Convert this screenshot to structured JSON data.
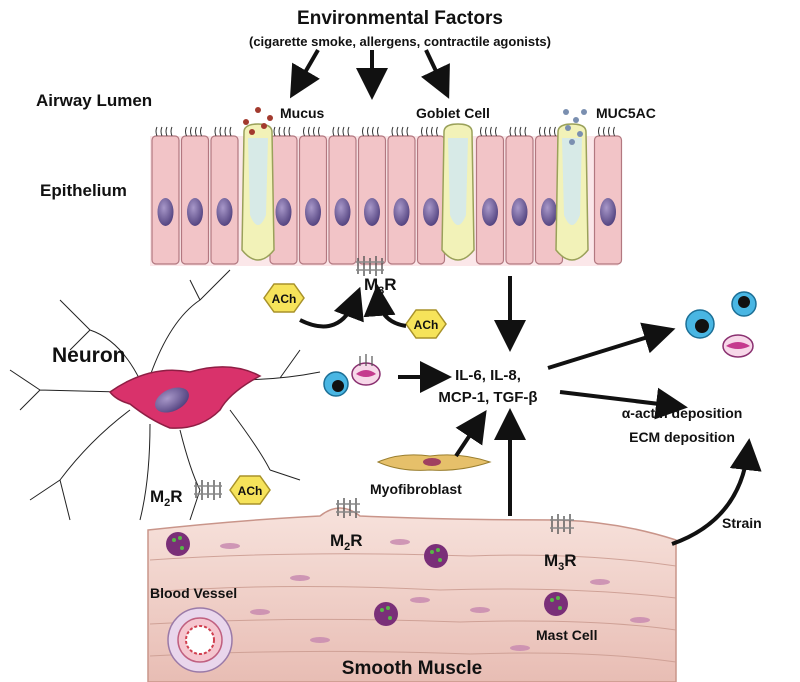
{
  "title": "Environmental Factors",
  "subtitle": "(cigarette smoke, allergens, contractile agonists)",
  "labels": {
    "airway_lumen": "Airway Lumen",
    "epithelium": "Epithelium",
    "mucus": "Mucus",
    "goblet_cell": "Goblet Cell",
    "muc5ac": "MUC5AC",
    "neuron": "Neuron",
    "ach": "ACh",
    "m3r_main": "M",
    "m3r_sub": "3",
    "m3r_tail": "R",
    "m2r_main": "M",
    "m2r_sub": "2",
    "m2r_tail": "R",
    "cytokines_line1": "IL-6, IL-8,",
    "cytokines_line2": "MCP-1, TGF-β",
    "myofibroblast": "Myofibroblast",
    "actin": "α-actin deposition",
    "ecm": "ECM deposition",
    "strain": "Strain",
    "blood_vessel": "Blood Vessel",
    "mast_cell": "Mast Cell",
    "smooth_muscle": "Smooth Muscle"
  },
  "colors": {
    "epithelial_cell": "#f2c4c7",
    "epithelial_outline": "#b27880",
    "nucleus": "#6e5a99",
    "goblet": "#f2f2b8",
    "mucus_dot": "#a23a2e",
    "muc5ac_dot": "#7a8fb0",
    "neuron": "#d9326b",
    "ach_fill": "#f6e35a",
    "muscle": "#f3d6d0",
    "mast_cell": "#7a2f78",
    "immune_blue": "#49b6e3",
    "immune_pink": "#e05aa0"
  }
}
